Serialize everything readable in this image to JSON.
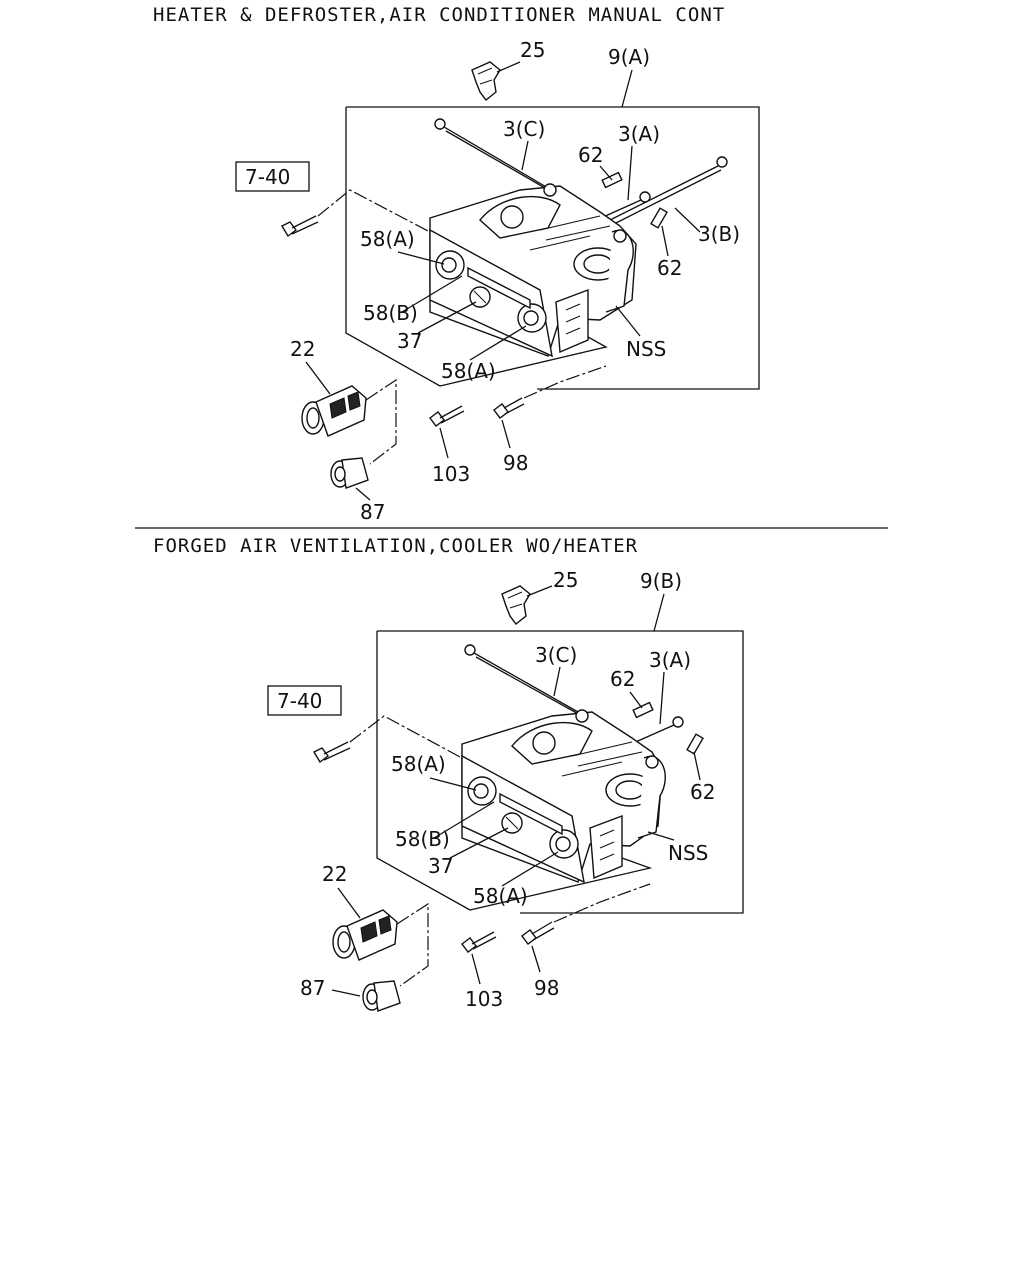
{
  "sections": [
    {
      "title": "HEATER & DEFROSTER,AIR CONDITIONER MANUAL CONT",
      "labels": {
        "p25": "25",
        "p9": "9(A)",
        "p3c": "3(C)",
        "p3a": "3(A)",
        "p62a": "62",
        "p62b": "62",
        "p3b": "3(B)",
        "ref": "7-40",
        "p58a": "58(A)",
        "p58b": "58(B)",
        "p37": "37",
        "nss": "NSS",
        "p58a2": "58(A)",
        "p22": "22",
        "p103": "103",
        "p98": "98",
        "p87": "87"
      }
    },
    {
      "title": "FORGED AIR VENTILATION,COOLER WO/HEATER",
      "labels": {
        "p25": "25",
        "p9": "9(B)",
        "p3c": "3(C)",
        "p62a": "62",
        "p3a": "3(A)",
        "ref": "7-40",
        "p62b": "62",
        "p58a": "58(A)",
        "nss": "NSS",
        "p58b": "58(B)",
        "p37": "37",
        "p58a2": "58(A)",
        "p22": "22",
        "p87": "87",
        "p103": "103",
        "p98": "98"
      }
    }
  ]
}
